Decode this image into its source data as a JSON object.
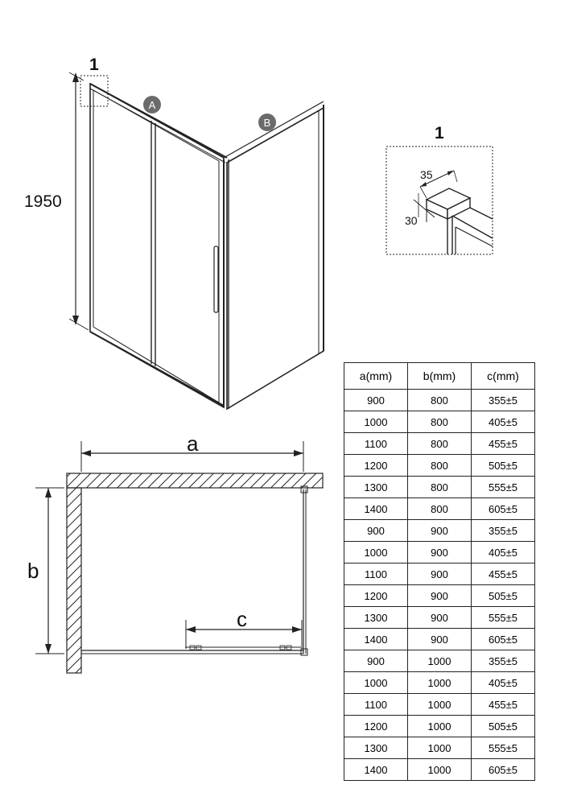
{
  "iso_view": {
    "height_label": "1950",
    "callout_number": "1",
    "panel_a_label": "A",
    "panel_b_label": "B"
  },
  "detail_view": {
    "title": "1",
    "dim_width": "35",
    "dim_depth": "30"
  },
  "plan_view": {
    "label_a": "a",
    "label_b": "b",
    "label_c": "c"
  },
  "table": {
    "headers": [
      "a(mm)",
      "b(mm)",
      "c(mm)"
    ],
    "rows": [
      [
        "900",
        "800",
        "355±5"
      ],
      [
        "1000",
        "800",
        "405±5"
      ],
      [
        "1100",
        "800",
        "455±5"
      ],
      [
        "1200",
        "800",
        "505±5"
      ],
      [
        "1300",
        "800",
        "555±5"
      ],
      [
        "1400",
        "800",
        "605±5"
      ],
      [
        "900",
        "900",
        "355±5"
      ],
      [
        "1000",
        "900",
        "405±5"
      ],
      [
        "1100",
        "900",
        "455±5"
      ],
      [
        "1200",
        "900",
        "505±5"
      ],
      [
        "1300",
        "900",
        "555±5"
      ],
      [
        "1400",
        "900",
        "605±5"
      ],
      [
        "900",
        "1000",
        "355±5"
      ],
      [
        "1000",
        "1000",
        "405±5"
      ],
      [
        "1100",
        "1000",
        "455±5"
      ],
      [
        "1200",
        "1000",
        "505±5"
      ],
      [
        "1300",
        "1000",
        "555±5"
      ],
      [
        "1400",
        "1000",
        "605±5"
      ]
    ]
  },
  "colors": {
    "line": "#222222",
    "badge_fill": "#6b6b6b",
    "badge_text": "#ffffff"
  }
}
